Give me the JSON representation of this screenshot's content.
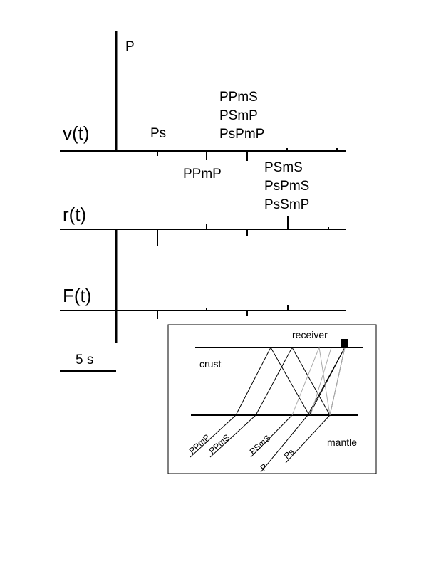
{
  "traces": {
    "v": "v(t)",
    "r": "r(t)",
    "F": "F(t)"
  },
  "phase_labels": {
    "P": "P",
    "Ps": "Ps",
    "PPmS": "PPmS",
    "PSmP": "PSmP",
    "PsPmP": "PsPmP",
    "PPmP": "PPmP",
    "PSmS": "PSmS",
    "PsPmS": "PsPmS",
    "PsSmP": "PsSmP"
  },
  "scale_bar": "5 s",
  "inset": {
    "receiver": "receiver",
    "crust": "crust",
    "mantle": "mantle",
    "rays": {
      "PPmP": "PPmP",
      "PPmS": "PPmS",
      "PSmS": "PSmS",
      "P": "P",
      "Ps": "Ps"
    }
  }
}
